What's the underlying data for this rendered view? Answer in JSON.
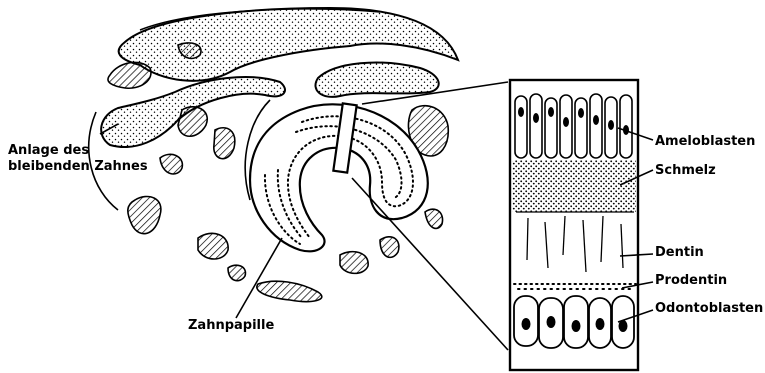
{
  "labels": {
    "bleibend_line1": "Anlage des",
    "bleibend_line2": "bleibenden Zahnes",
    "zahnpapille": "Zahnpapille",
    "ameloblasten": "Ameloblasten",
    "schmelz": "Schmelz",
    "dentin": "Dentin",
    "prodentin": "Prodentin",
    "odontoblasten": "Odontoblasten"
  },
  "colors": {
    "ink": "#000000",
    "paper": "#ffffff"
  }
}
